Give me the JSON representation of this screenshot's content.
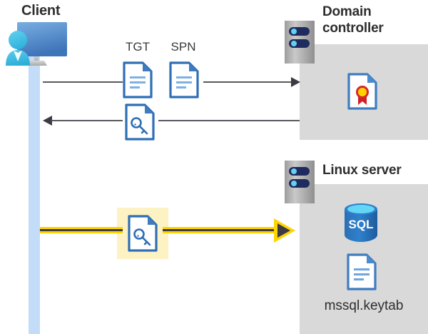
{
  "diagram": {
    "title_client": "Client",
    "title_domain_controller": "Domain\ncontroller",
    "title_domain_controller_line1": "Domain",
    "title_domain_controller_line2": "controller",
    "title_linux_server": "Linux server",
    "label_tgt": "TGT",
    "label_spn": "SPN",
    "label_keytab": "mssql.keytab",
    "label_sql": "SQL",
    "icons": {
      "client": "client-user-monitor-icon",
      "server_dc": "server-rack-icon",
      "server_linux": "server-rack-icon",
      "tgt_doc": "document-icon",
      "spn_doc": "document-icon",
      "ticket_key_doc": "document-key-icon",
      "service_ticket_key_doc": "document-key-icon",
      "certificate": "document-certificate-icon",
      "sql_database": "sql-database-icon",
      "keytab_doc": "document-icon"
    },
    "flows": {
      "request_direction": "right",
      "response_direction": "left",
      "service_ticket_direction": "right",
      "service_ticket_emphasis": "highlighted"
    },
    "colors": {
      "panel": "#d9d9d9",
      "lifeline": "#c3dcf7",
      "highlight": "#fdf2c4",
      "gold_arrow": "#ffd400",
      "arrow_dark": "#3b3b45",
      "doc_outline": "#3f7cbf",
      "title_text": "#2e2e2e",
      "sql_blue": "#2f7ec4",
      "seal_red": "#d7262a",
      "seal_gold": "#ffd400"
    }
  }
}
